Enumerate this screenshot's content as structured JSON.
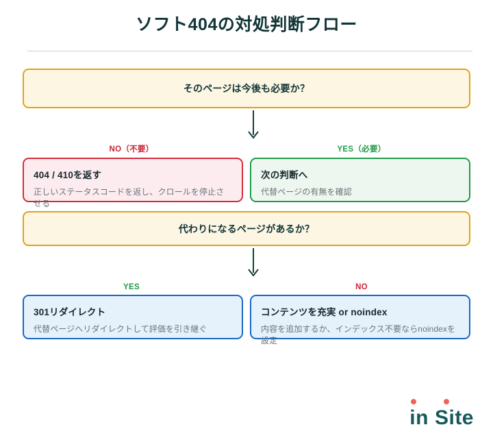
{
  "header": {
    "title": "ソフト404の対処判断フロー"
  },
  "flow": {
    "decision1": {
      "question": "そのページは今後も必要か？"
    },
    "branch1": {
      "left_label": "NO（不要）",
      "right_label": "YES（必要）"
    },
    "outcome_no": {
      "title": "404 / 410を返す",
      "description": "正しいステータスコードを返し、クロールを停止させる"
    },
    "outcome_yes": {
      "title": "次の判断へ",
      "description": "代替ページの有無を確認"
    },
    "decision2": {
      "question": "代わりになるページがあるか？"
    },
    "branch2": {
      "left_label": "YES",
      "right_label": "NO"
    },
    "outcome_redirect": {
      "title": "301リダイレクト",
      "description": "代替ページへリダイレクトして評価を引き継ぐ"
    },
    "outcome_noindex": {
      "title": "コンテンツを充実 or noindex",
      "description": "内容を追加するか、インデックス不要ならnoindexを設定"
    }
  },
  "icons": {
    "arrow_down_1": "arrow-down-icon",
    "arrow_down_2": "arrow-down-icon"
  },
  "logo": {
    "word1": "in",
    "word2": "Site"
  },
  "colors": {
    "title": "#113436",
    "decision_bg": "#fdf6e3",
    "decision_border": "#e0a11b",
    "no_bg": "#fdecef",
    "no_border": "#d42b38",
    "yes_bg": "#eef7ef",
    "yes_border": "#1f9a4a",
    "blue_bg": "#e5f1fb",
    "blue_border": "#1668c2",
    "label_no": "#cc2233",
    "label_yes": "#1f9a4a",
    "logo_text": "#17595a",
    "logo_dot": "#f4615c",
    "arrow": "#123a3c"
  }
}
